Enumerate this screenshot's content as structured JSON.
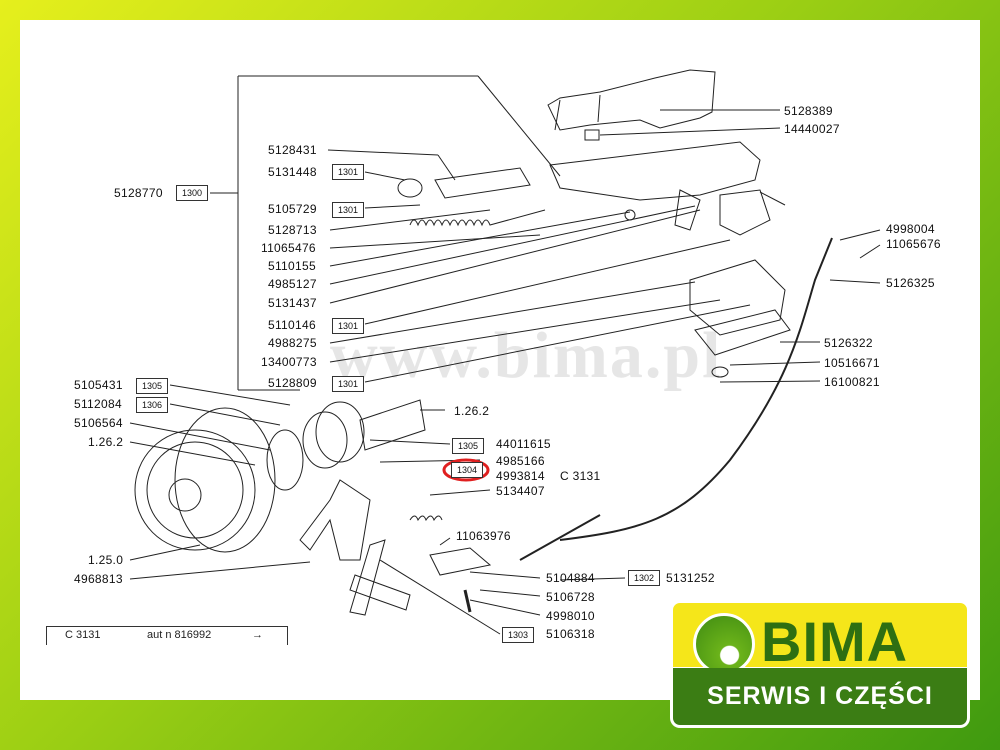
{
  "watermark": "www.bima.pl",
  "left_labels": [
    {
      "id": "l1",
      "text": "5128431"
    },
    {
      "id": "l2",
      "text": "5131448"
    },
    {
      "id": "l3",
      "text": "5128770"
    },
    {
      "id": "l4",
      "text": "5105729"
    },
    {
      "id": "l5",
      "text": "5128713"
    },
    {
      "id": "l6",
      "text": "11065476"
    },
    {
      "id": "l7",
      "text": "5110155"
    },
    {
      "id": "l8",
      "text": "4985127"
    },
    {
      "id": "l9",
      "text": "5131437"
    },
    {
      "id": "l10",
      "text": "5110146"
    },
    {
      "id": "l11",
      "text": "4988275"
    },
    {
      "id": "l12",
      "text": "13400773"
    },
    {
      "id": "l13",
      "text": "5128809"
    },
    {
      "id": "l14",
      "text": "5105431"
    },
    {
      "id": "l15",
      "text": "5112084"
    },
    {
      "id": "l16",
      "text": "5106564"
    },
    {
      "id": "l17",
      "text": "1.26.2"
    },
    {
      "id": "l18",
      "text": "1.25.0"
    },
    {
      "id": "l19",
      "text": "4968813"
    }
  ],
  "center_labels": [
    {
      "id": "c1",
      "text": "1.26.2"
    },
    {
      "id": "c2",
      "text": "44011615"
    },
    {
      "id": "c3",
      "text": "4985166"
    },
    {
      "id": "c4",
      "text": "4993814"
    },
    {
      "id": "c5",
      "text": "C 3131"
    },
    {
      "id": "c6",
      "text": "5134407"
    },
    {
      "id": "c7",
      "text": "11063976"
    },
    {
      "id": "c8",
      "text": "5104884"
    },
    {
      "id": "c9",
      "text": "5106728"
    },
    {
      "id": "c10",
      "text": "4998010"
    },
    {
      "id": "c11",
      "text": "5106318"
    },
    {
      "id": "c12",
      "text": "5131252"
    }
  ],
  "right_labels": [
    {
      "id": "r1",
      "text": "5128389"
    },
    {
      "id": "r2",
      "text": "14440027"
    },
    {
      "id": "r3",
      "text": "4998004"
    },
    {
      "id": "r4",
      "text": "11065676"
    },
    {
      "id": "r5",
      "text": "5126325"
    },
    {
      "id": "r6",
      "text": "5126322"
    },
    {
      "id": "r7",
      "text": "10516671"
    },
    {
      "id": "r8",
      "text": "16100821"
    }
  ],
  "ref_boxes": [
    {
      "id": "b1",
      "text": "1301"
    },
    {
      "id": "b2",
      "text": "1300"
    },
    {
      "id": "b3",
      "text": "1301"
    },
    {
      "id": "b4",
      "text": "1301"
    },
    {
      "id": "b5",
      "text": "1301"
    },
    {
      "id": "b6",
      "text": "1305"
    },
    {
      "id": "b7",
      "text": "1306"
    },
    {
      "id": "b8",
      "text": "1305"
    },
    {
      "id": "b9",
      "text": "1304"
    },
    {
      "id": "b10",
      "text": "1302"
    },
    {
      "id": "b11",
      "text": "1303"
    }
  ],
  "highlight": {
    "ref": "1304",
    "color": "#e02020"
  },
  "legend": {
    "code": "C 3131",
    "note": "aut n  816992",
    "arrow": "→"
  },
  "logo": {
    "name": "BIMA",
    "tagline": "SERWIS I CZĘŚCI",
    "colors": {
      "yellow": "#f5e61a",
      "green": "#3b7d14"
    }
  }
}
